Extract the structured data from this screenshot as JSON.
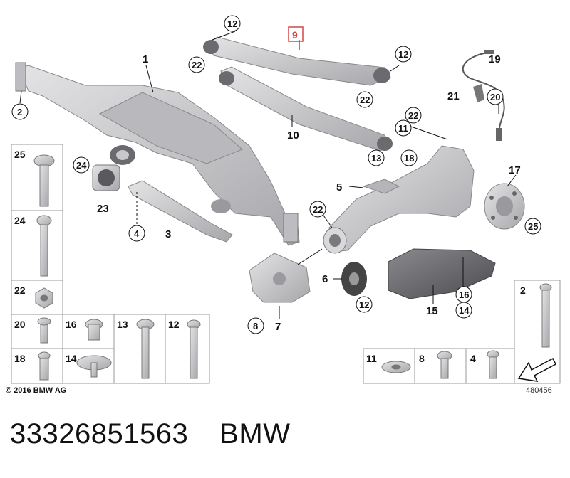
{
  "callouts": {
    "n1": "1",
    "n2": "2",
    "n3": "3",
    "n4": "4",
    "n5": "5",
    "n6": "6",
    "n7": "7",
    "n8": "8",
    "n9": "9",
    "n10": "10",
    "n11": "11",
    "n12a": "12",
    "n12b": "12",
    "n12c": "12",
    "n13": "13",
    "n14": "14",
    "n15": "15",
    "n16": "16",
    "n17": "17",
    "n18": "18",
    "n19": "19",
    "n20": "20",
    "n21": "21",
    "n22a": "22",
    "n22b": "22",
    "n22c": "22",
    "n22d": "22",
    "n23": "23",
    "n24": "24",
    "n25": "25"
  },
  "parts_grid": {
    "b25": "25",
    "b24": "24",
    "b22": "22",
    "b20": "20",
    "b16": "16",
    "b13": "13",
    "b12": "12",
    "b18": "18",
    "b14": "14",
    "b2": "2",
    "b11": "11",
    "b8": "8",
    "b4": "4"
  },
  "footer": {
    "copyright": "© 2016 BMW AG",
    "diagram_id": "480456"
  },
  "caption": {
    "part_number": "33326851563",
    "brand": "BMW"
  },
  "colors": {
    "highlight": "#d64545",
    "part_fill": "#c9c9cc",
    "part_shade": "#a9a9ad"
  }
}
